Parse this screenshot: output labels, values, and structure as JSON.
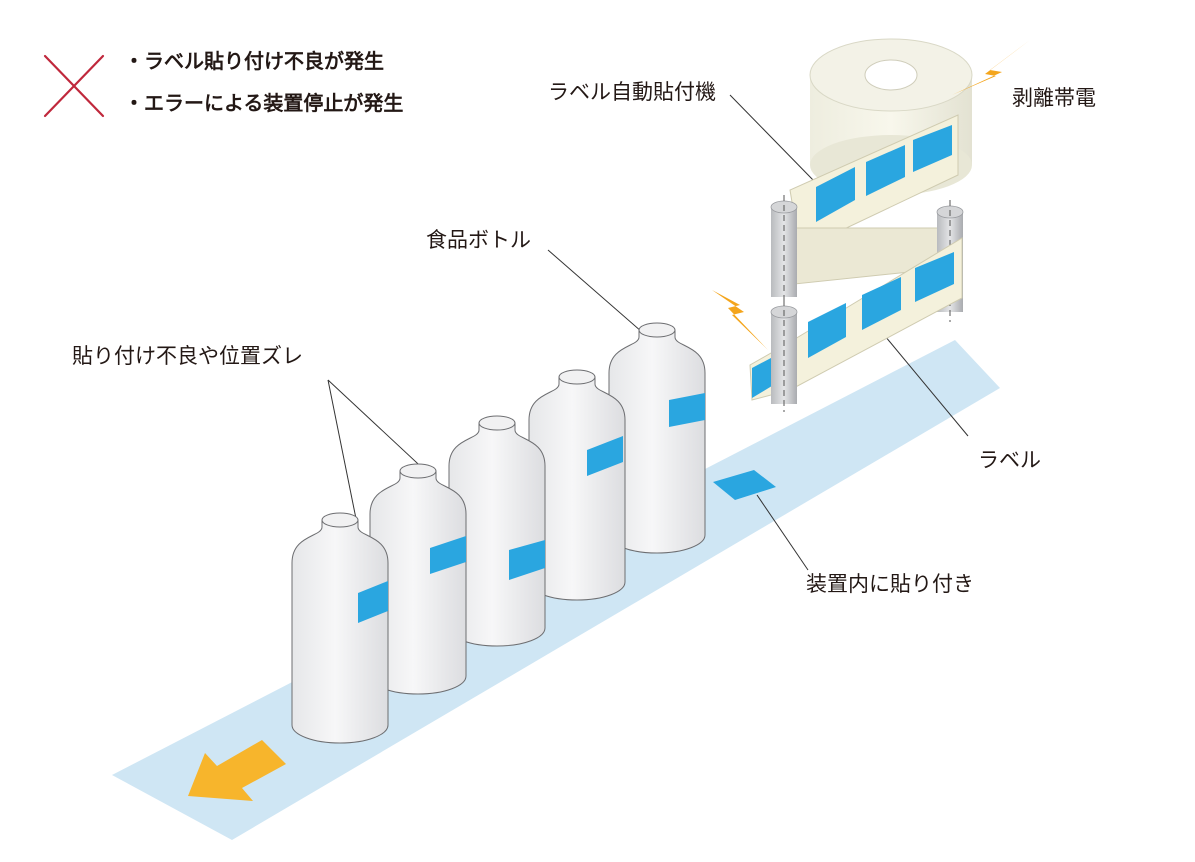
{
  "warning": {
    "items": [
      "・ラベル貼り付け不良が発生",
      "・エラーによる装置停止が発生"
    ],
    "mark_color": "#c0283c"
  },
  "labels": {
    "machine": "ラベル自動貼付機",
    "static": "剥離帯電",
    "bottle": "食品ボトル",
    "defect": "貼り付け不良や位置ズレ",
    "label": "ラベル",
    "stuck": "装置内に貼り付き"
  },
  "colors": {
    "conveyor": "#cfe6f4",
    "label_blue": "#2aa6e0",
    "lightning": "#f4a51c",
    "arrow": "#f7b52c",
    "tape": "#f4f1dc"
  }
}
